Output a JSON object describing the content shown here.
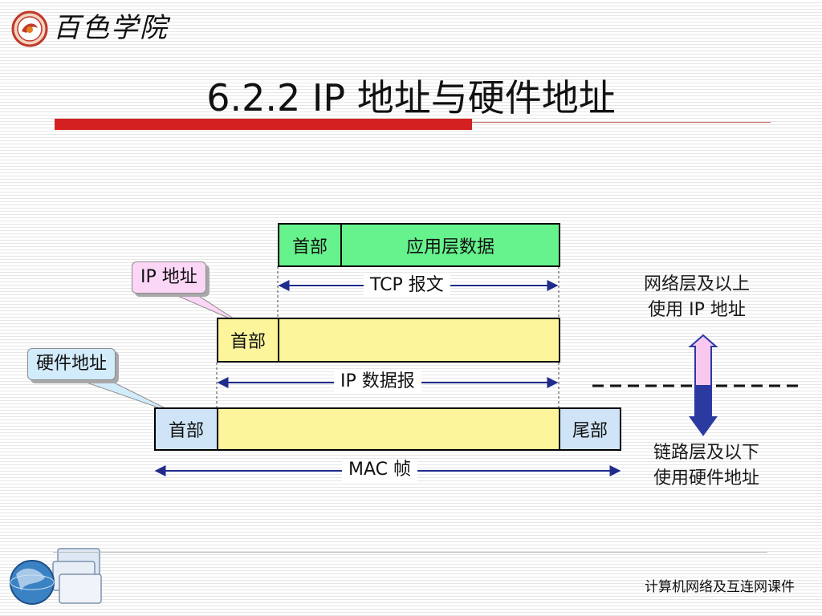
{
  "logo": {
    "text": "百色学院",
    "icon": "college-seal-logo-icon"
  },
  "title": "6.2.2  IP 地址与硬件地址",
  "tcp_segment": {
    "header": "首部",
    "data": "应用层数据",
    "span_label": "TCP 报文"
  },
  "ip_datagram": {
    "header": "首部",
    "span_label": "IP 数据报"
  },
  "mac_frame": {
    "header": "首部",
    "trailer": "尾部",
    "span_label": "MAC 帧"
  },
  "callouts": {
    "ip_address": "IP 地址",
    "hardware_address": "硬件地址"
  },
  "right_panel": {
    "upper_line1": "网络层及以上",
    "upper_line2": "使用 IP 地址",
    "lower_line1": "链路层及以下",
    "lower_line2": "使用硬件地址",
    "arrow_colors": {
      "up": "#f8c8f0",
      "down": "#2a3aa0"
    }
  },
  "colors": {
    "accent_red": "#d42020",
    "data_green": "#66f28c",
    "payload_yellow": "#fcf59c",
    "header_blue": "#cfe4f6",
    "arrow_navy": "#1f2c8c"
  },
  "footer": {
    "course": "计算机网络及互连网课件",
    "globe_icon": "globe-windows-clipart-icon"
  }
}
